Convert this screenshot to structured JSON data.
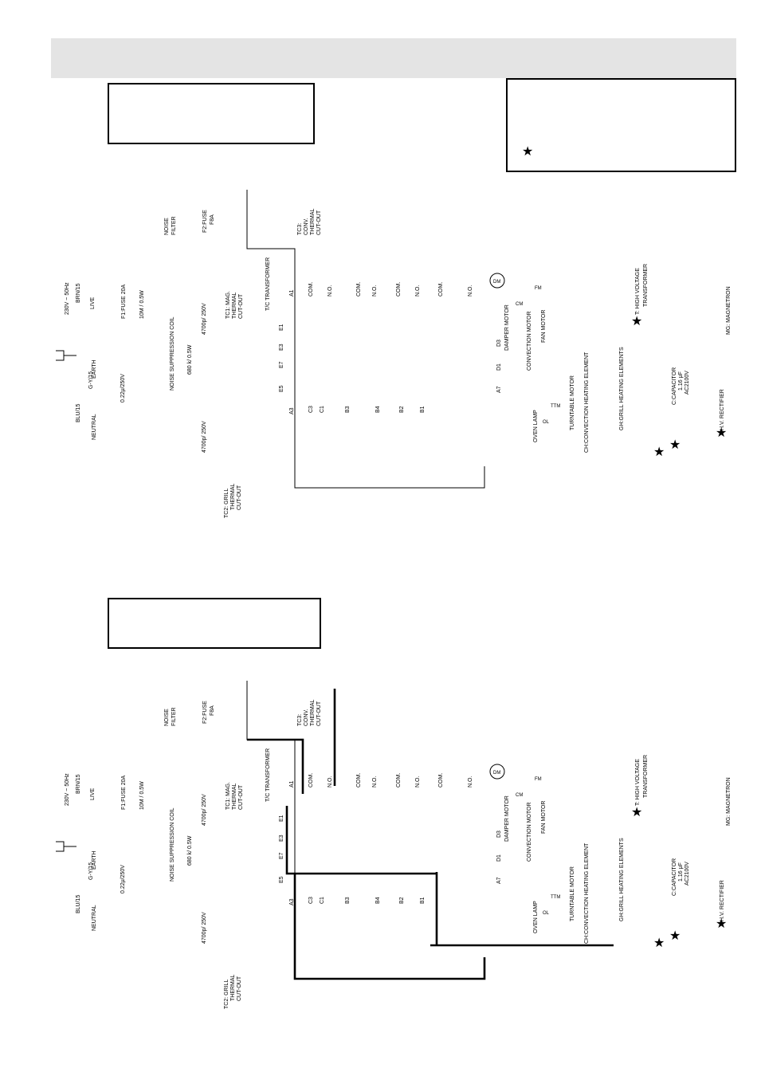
{
  "header": {
    "title": ""
  },
  "legend": {
    "star": "★"
  },
  "labels": {
    "supply": "230V ~ 50Hz",
    "brn": "BRN/15",
    "blu": "BLU/15",
    "gy": "G-Y/15",
    "live": "LIVE",
    "neutral": "NEUTRAL",
    "earth": "EARTH",
    "fuse1": "F1:FUSE 20A",
    "res1": "10M / 0.5W",
    "cap1": "0.22μ/250V",
    "coil": "NOISE SUPPRESSION COIL",
    "res2": "680 k/ 0.5W",
    "cap2": "4700p/ 250V",
    "cap3": "4700p/ 250V",
    "noise1": "NOISE",
    "noise2": "FILTER",
    "fuse2a": "F2:FUSE",
    "fuse2b": "F8A",
    "tc1a": "TC1: MAG.",
    "tc1b": "THERMAL",
    "tc1c": "CUT-OUT",
    "tc2a": "TC2: GRILL",
    "tc2b": "THERMAL",
    "tc2c": "CUT-OUT",
    "tc3a": "TC3:",
    "tc3b": "CONV.",
    "tc3c": "THERMAL",
    "tc3d": "CUT-OUT",
    "tct": "T/C TRANSFORMER",
    "com": "COM.",
    "no": "N.O.",
    "a1": "A1",
    "a3": "A3",
    "a7": "A7",
    "e1": "E1",
    "e3": "E3",
    "e5": "E5",
    "e7": "E7",
    "c1": "C1",
    "c3": "C3",
    "b1": "B1",
    "b2": "B2",
    "b3": "B3",
    "b4": "B4",
    "d1": "D1",
    "d3": "D3",
    "dm": "DM",
    "cm": "CM",
    "fm": "FM",
    "tm": "TTM",
    "ol": "OL",
    "damper": "DAMPER MOTOR",
    "convmotor": "CONVECTION MOTOR",
    "fanmotor": "FAN MOTOR",
    "turntable": "TURNTABLE MOTOR",
    "ovenlamp": "OVEN LAMP",
    "ch": "CH:CONVECTION HEATING ELEMENT",
    "gh": "GH:GRILL HEATING ELEMENTS",
    "hvt1": "T: HIGH VOLTAGE",
    "hvt2": "TRANSFORMER",
    "mag": "MG: MAGNETRON",
    "capc1": "C:CAPACITOR",
    "capc2": "1.16 μF",
    "capc3": "AC2100V",
    "rect": "H.V. RECTIFIER"
  }
}
